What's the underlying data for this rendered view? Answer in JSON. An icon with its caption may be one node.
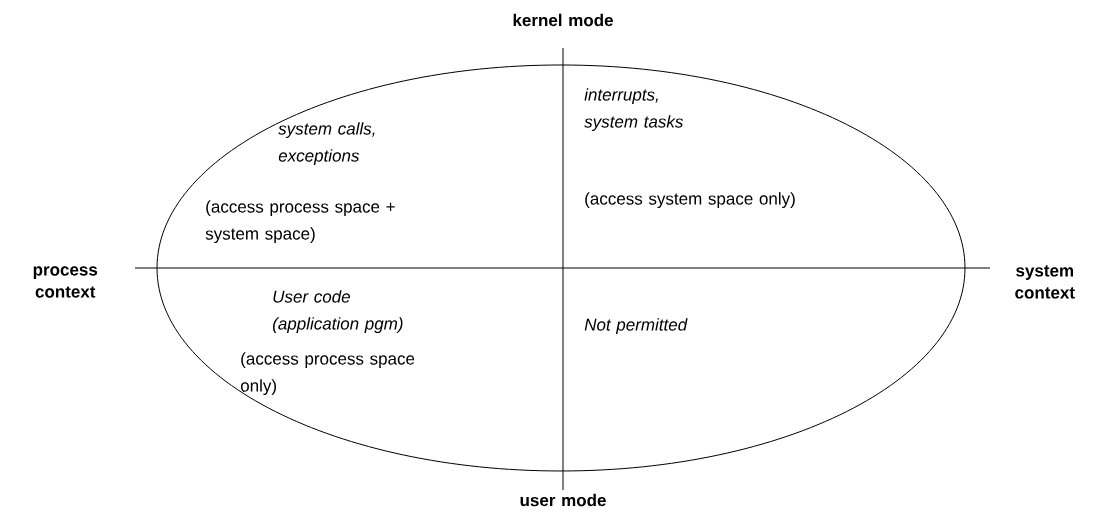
{
  "diagram": {
    "labels": [
      "kernel mode",
      "system calls, exceptions",
      "interrupts, system tasks",
      "(access process space + system space)",
      "(access system space only)",
      "process context",
      "system context",
      "User code (application pgm)",
      "Not permitted",
      "(access process space only)",
      "user mode"
    ]
  }
}
